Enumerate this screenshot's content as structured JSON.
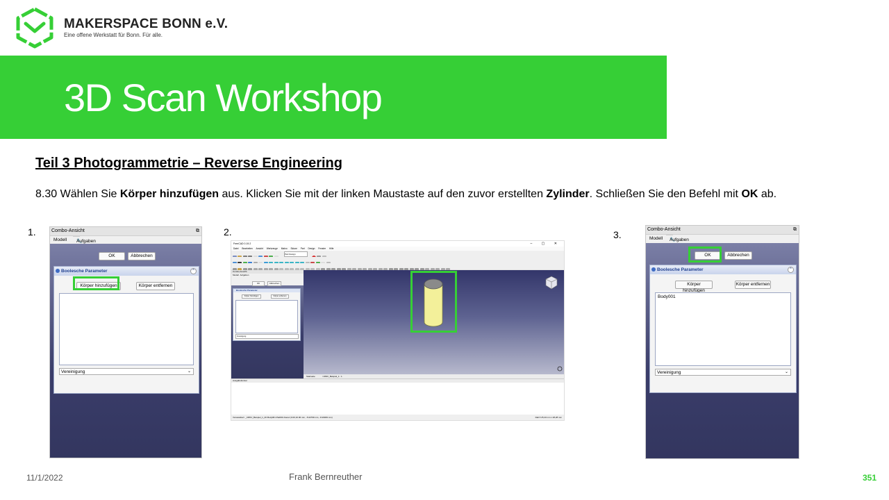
{
  "header": {
    "org_name": "MAKERSPACE BONN e.V.",
    "org_tagline": "Eine offene Werkstatt für Bonn. Für alle.",
    "title": "3D Scan Workshop"
  },
  "section_title": "Teil 3  Photogrammetrie  – Reverse Engineering",
  "instruction": {
    "p1": "8.30 Wählen Sie ",
    "b1": "Körper hinzufügen",
    "p2": " aus. Klicken Sie mit der linken Maustaste auf den zuvor erstellten ",
    "b2": "Zylinder",
    "p3": ". Schließen Sie den Befehl mit ",
    "b3": "OK",
    "p4": " ab."
  },
  "steps": [
    "1.",
    "2.",
    "3."
  ],
  "combo": {
    "title": "Combo-Ansicht",
    "tab_model": "Modell",
    "tab_tasks": "Aufgaben",
    "ok": "OK",
    "cancel": "Abbrechen",
    "params_title": "Boolesche Parameter",
    "add_body": "Körper hinzufügen",
    "remove_body": "Körper entfernen",
    "operation": "Vereinigung",
    "list_item_step3": "Body001"
  },
  "freecad": {
    "window_title": "FreeCAD 0.19.2",
    "menu": "Datei Bearbeiten Ansicht Werkzeuge Makro Skizze Part Design Fenster Hilfe",
    "workbench": "Part Design",
    "tab_start": "Startseite",
    "tab_doc": "CRNV_Beispiel_1 : 1",
    "report_title": "Ausgabefenster",
    "status_left": "Vorselektiert: _CRNV_Beispiel_1_2K.Body001.Pad001.Face1 (0.00,10.00 mm, -5.02799 mm, -8.29009 mm)",
    "status_right": "Dalt ▾   25,43 mm x 28,28 mm"
  },
  "footer": {
    "date": "11/1/2022",
    "author": "Frank Bernreuther",
    "page": "351"
  },
  "colors": {
    "accent": "#36cf36",
    "panel_bg": "#33365f"
  }
}
